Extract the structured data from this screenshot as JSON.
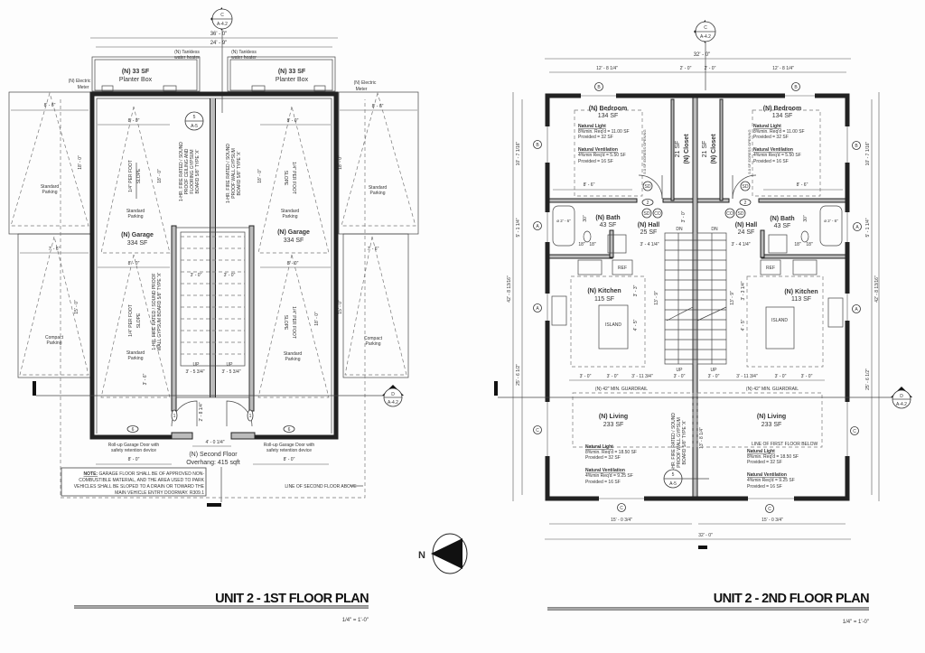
{
  "sheet": {
    "north_label": "N"
  },
  "plan1": {
    "title": "UNIT 2 - 1ST FLOOR PLAN",
    "scale": "1/4\" = 1'-0\"",
    "marker_c": {
      "letter": "C",
      "sheet": "A-4.2"
    },
    "marker_d": {
      "letter": "D",
      "sheet": "A-4.2"
    },
    "marker_s": {
      "letter": "5",
      "sheet": "A-5"
    },
    "dims": {
      "overall": "36' - 0\"",
      "inner": "24' - 9\"",
      "stall_width": "8' - 0\"",
      "side_stall_width": "8' - 6\"",
      "compact_width": "7' - 6\"",
      "stall_length": "18' - 0\"",
      "compact_length": "15' - 0\"",
      "stair_width": "3' - 0\"",
      "landing": "3' - 5 3/4\"",
      "door_offset": "3' - 6\"",
      "entry_width": "4' - 0 1/4\"",
      "entry_depth": "2' - 8 1/4\""
    },
    "planters": [
      {
        "area": "(N) 33 SF",
        "label": "Planter Box"
      },
      {
        "area": "(N) 33 SF",
        "label": "Planter Box"
      }
    ],
    "water_heater": [
      "(N) Tankless",
      "water heater"
    ],
    "electric_meter": [
      "(N) Electric",
      "Meter"
    ],
    "garages": [
      {
        "name": "(N) Garage",
        "area": "334 SF"
      },
      {
        "name": "(N) Garage",
        "area": "334 SF"
      }
    ],
    "parking": {
      "standard": [
        "Standard",
        "Parking"
      ],
      "compact": [
        "Compact",
        "Parking"
      ]
    },
    "slope": [
      "1/4\" PER FOOT",
      "SLOPE"
    ],
    "fire_wall_notes": [
      [
        "1-HR. FIRE RATED / SOUND",
        "PROOF CEILING AND",
        "FLOORING GYPSUM",
        "BOARD 5/8\" TYPE 'X'"
      ],
      [
        "1-HR. FIRE RATED / SOUND",
        "PROOF WALL GYPSUM",
        "BOARD 5/8\" TYPE 'X'"
      ],
      [
        "1-HR. FIRE RATED / SOUND PROOF",
        "WALL GYPSUM BOARD 5/8\" TYPE 'X'"
      ]
    ],
    "up": "UP",
    "door_tags": {
      "garage": "6",
      "entry": "1"
    },
    "garage_door": [
      "Roll-up Garage Door with",
      "safety retention device"
    ],
    "second_floor": [
      "(N) Second Floor",
      "Overhang: 415 sqft"
    ],
    "note": {
      "label": "NOTE:",
      "lines": [
        "GARAGE FLOOR SHALL BE OF APPROVED NON-",
        "COMBUSTIBLE MATERIAL, AND THE AREA USED TO PARK",
        "VEHICLES SHALL BE SLOPED TO A DRAIN OR TOWARD THE",
        "MAIN VEHICLE ENTRY DOORWAY. R309.1"
      ]
    },
    "line_second_floor": "LINE OF SECOND FLOOR ABOVE"
  },
  "plan2": {
    "title": "UNIT 2 - 2ND FLOOR PLAN",
    "scale": "1/4\" = 1'-0\"",
    "marker_c": {
      "letter": "C",
      "sheet": "A-4.2"
    },
    "marker_d": {
      "letter": "D",
      "sheet": "A-4.2"
    },
    "marker_s": {
      "letter": "5",
      "sheet": "A-5"
    },
    "window_tags": {
      "a": "A",
      "b": "B",
      "c": "C"
    },
    "dims": {
      "overall": "32' - 0\"",
      "unit_width": "12' - 8 1/4\"",
      "closet": "2' - 0\"",
      "bedroom_depth": "10' - 7 1/16\"",
      "bath_depth": "5' - 1 1/4\"",
      "total_depth": "42' - 8 13/16\"",
      "living_depth": "25' - 6 1/2\"",
      "bed_closet": "8' - 6\"",
      "hall": "3' - 4 1/4\"",
      "stair_run": "13' - 9\"",
      "party_wall": "13' - 8 1/4\"",
      "counter": "3' - 0\"",
      "kitchen_mid": "3' - 11 3/4\"",
      "kitchen_a": "3' - 3\"",
      "kitchen_b": "3' - 3 1/4\"",
      "island": "4' - 5\"",
      "living_width": "15' - 0 3/4\"",
      "tub": "ø 2' - 6\"",
      "bath_clear": "18\"",
      "bath_w": "30\"",
      "hall_w": "3' - 0\""
    },
    "bedrooms": [
      {
        "name": "(N) Bedroom",
        "area": "134 SF"
      },
      {
        "name": "(N) Bedroom",
        "area": "134 SF"
      }
    ],
    "bedroom_light": {
      "light_title": "Natural Light",
      "light_req": "8%min. Req'd = 11.00 SF",
      "light_prov": "Provided = 32 SF",
      "vent_title": "Natural Ventilation",
      "vent_req": "4%min Req'd = 5.50 SF",
      "vent_prov": "Provided = 16 SF"
    },
    "egress": "5.0 SF EGRESS OPENING",
    "closets": [
      {
        "area": "21 SF",
        "name": "(N) Closet"
      },
      {
        "area": "21 SF",
        "name": "(N) Closet"
      }
    ],
    "baths": [
      {
        "name": "(N) Bath",
        "area": "43 SF"
      },
      {
        "name": "(N) Bath",
        "area": "43 SF"
      }
    ],
    "halls": [
      {
        "name": "(N) Hall",
        "area": "25 SF"
      },
      {
        "name": "(N) Hall",
        "area": "24 SF"
      }
    ],
    "kitchens": [
      {
        "name": "(N) Kitchen",
        "area": "115 SF"
      },
      {
        "name": "(N) Kitchen",
        "area": "113 SF"
      }
    ],
    "island": "ISLAND",
    "ref": "REF",
    "dn": "DN",
    "up": "UP",
    "tags": {
      "sd": "SD",
      "co": "CO",
      "door2": "2"
    },
    "guardrail": "(N) 42\" MIN. GUARDRAIL",
    "livings": [
      {
        "name": "(N) Living",
        "area": "233 SF"
      },
      {
        "name": "(N) Living",
        "area": "233 SF"
      }
    ],
    "living_light": {
      "light_title": "Natural Light",
      "light_req": "8%min. Req'd = 18.50 SF",
      "light_prov": "Provided = 32 SF",
      "vent_title": "Natural Ventilation",
      "vent_req": "4%min Req'd = 9.25 SF",
      "vent_prov": "Provided = 16 SF"
    },
    "line_first_floor": "LINE OF FIRST FLOOR BELOW"
  }
}
